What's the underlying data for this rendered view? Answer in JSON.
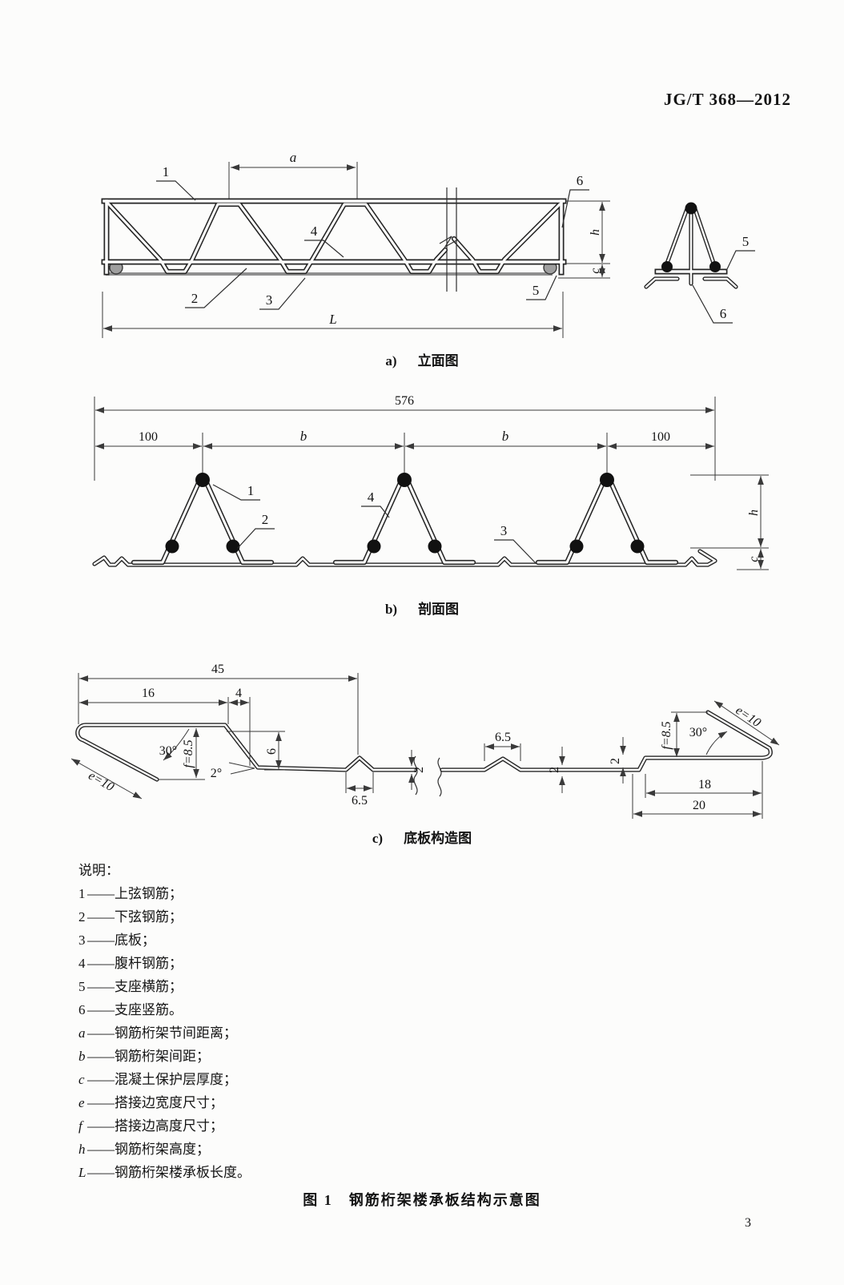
{
  "header": {
    "doc_number": "JG/T 368—2012"
  },
  "figure_a": {
    "caption_letter": "a)",
    "caption_text": "立面图",
    "dim_a": "a",
    "dim_L": "L",
    "dim_h": "h",
    "dim_c": "c",
    "label_1": "1",
    "label_2": "2",
    "label_3": "3",
    "label_4": "4",
    "label_5": "5",
    "label_6": "6",
    "end_view": {
      "label_5": "5",
      "label_6": "6"
    }
  },
  "figure_b": {
    "caption_letter": "b)",
    "caption_text": "剖面图",
    "dim_total": "576",
    "dim_left": "100",
    "dim_b1": "b",
    "dim_b2": "b",
    "dim_right": "100",
    "dim_h": "h",
    "dim_c": "c",
    "label_1": "1",
    "label_2": "2",
    "label_3": "3",
    "label_4": "4"
  },
  "figure_c": {
    "caption_letter": "c)",
    "caption_text": "底板构造图",
    "left": {
      "dim_45": "45",
      "dim_16": "16",
      "dim_4": "4",
      "angle_30": "30°",
      "dim_f": "f=8.5",
      "dim_e": "e=10",
      "dim_6": "6",
      "angle_2": "2°",
      "dim_65": "6.5",
      "thk_2": "2"
    },
    "right": {
      "dim_65": "6.5",
      "thk_2a": "2",
      "thk_2b": "2",
      "dim_f": "f=8.5",
      "angle_30": "30°",
      "dim_e": "e=10",
      "dim_18": "18",
      "dim_20": "20"
    }
  },
  "legend": {
    "title": "说明：",
    "items": [
      {
        "key": "1",
        "text": "——上弦钢筋；"
      },
      {
        "key": "2",
        "text": "——下弦钢筋；"
      },
      {
        "key": "3",
        "text": "——底板；"
      },
      {
        "key": "4",
        "text": "——腹杆钢筋；"
      },
      {
        "key": "5",
        "text": "——支座横筋；"
      },
      {
        "key": "6",
        "text": "——支座竖筋。"
      },
      {
        "key": "a",
        "text": "——钢筋桁架节间距离；"
      },
      {
        "key": "b",
        "text": "——钢筋桁架间距；"
      },
      {
        "key": "c",
        "text": "——混凝土保护层厚度；"
      },
      {
        "key": "e",
        "text": "——搭接边宽度尺寸；"
      },
      {
        "key": "f",
        "text": "——搭接边高度尺寸；"
      },
      {
        "key": "h",
        "text": "——钢筋桁架高度；"
      },
      {
        "key": "L",
        "text": "——钢筋桁架楼承板长度。"
      }
    ]
  },
  "figure_caption": "图 1　钢筋桁架楼承板结构示意图",
  "page_number": "3"
}
